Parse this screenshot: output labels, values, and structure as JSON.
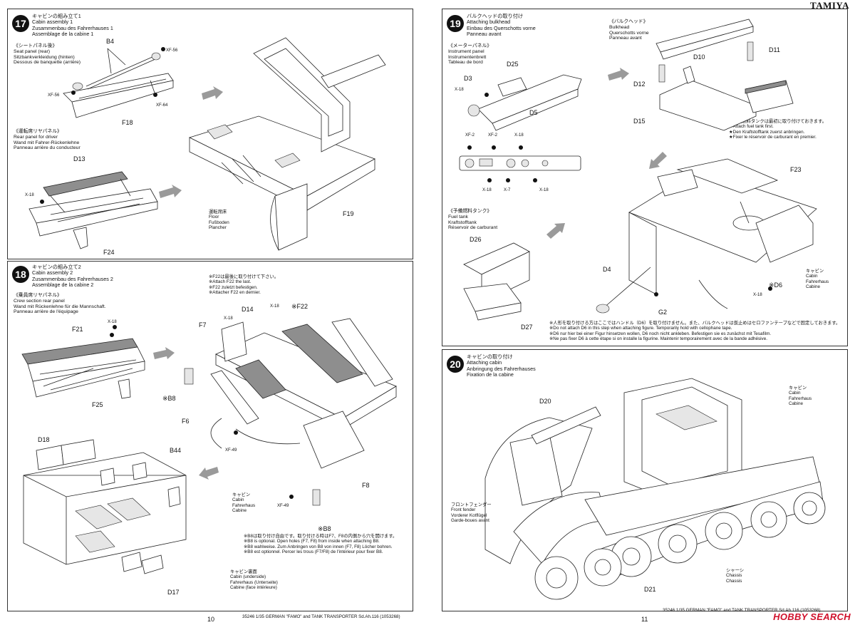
{
  "brand": "TAMIYA",
  "watermark": "HOBBY SEARCH",
  "steps": {
    "s17": {
      "num": "17",
      "title": [
        "キャビンの組み立て1",
        "Cabin assembly 1",
        "Zusammenbau des Fahrerhauses 1",
        "Assemblage de la cabine 1"
      ],
      "sub1": [
        "《シートパネル後》",
        "Seat panel (rear)",
        "Sitzbankverkleidung (hinten)",
        "Dessous de banquette (arrière)"
      ],
      "sub2": [
        "《運転席リヤパネル》",
        "Rear panel for driver",
        "Wand mit Fahrer-Rückenlehne",
        "Panneau arrière du conducteur"
      ],
      "floor": [
        "運転席床",
        "Floor",
        "Fußboden",
        "Plancher"
      ],
      "parts": {
        "b4": "B4",
        "xf56a": "XF-56",
        "xf56b": "XF-56",
        "xf64": "XF-64",
        "f18": "F18",
        "d13": "D13",
        "x18": "X-18",
        "f24": "F24",
        "f19": "F19"
      }
    },
    "s18": {
      "num": "18",
      "title": [
        "キャビンの組み立て2",
        "Cabin assembly 2",
        "Zusammenbau des Fahrerhauses 2",
        "Assemblage de la cabine 2"
      ],
      "sub1": [
        "《乗員席リヤパネル》",
        "Crew section rear panel",
        "Wand mit Rückenlehne für die Mannschaft.",
        "Panneau arrière de l'équipage"
      ],
      "note1": [
        "※F22は最後に取り付けて下さい。",
        "※Attach F22 the last.",
        "※F22 zuletzt befestigen.",
        "※Attacher F22 en dernier."
      ],
      "note2": [
        "※B8は取り付け自由です。取り付ける時はF7、F8の内側から穴を開けます。",
        "※B8 is optional. Open holes (F7, F8) from inside when attaching B8.",
        "※B8 wahlweise. Zum Anbringen von B8 von innen (F7, F8) Löcher bohren.",
        "※B8 est optionnel. Percer les trous (F7/F8) de l'intérieur pour fixer B8."
      ],
      "cabin": [
        "キャビン",
        "Cabin",
        "Fahrerhaus",
        "Cabine"
      ],
      "underside": [
        "キャビン裏面",
        "Cabin (underside)",
        "Fahrerhaus (Unterseite)",
        "Cabine (face intérieure)"
      ],
      "parts": {
        "f21": "F21",
        "x18": "X-18",
        "f25": "F25",
        "x18b": "X-18",
        "d14": "D14",
        "x18c": "X-18",
        "f22": "※F22",
        "f7": "F7",
        "b8a": "※B8",
        "f6": "F6",
        "xf49a": "XF-49",
        "f8": "F8",
        "xf49b": "XF-49",
        "b8b": "※B8",
        "d18": "D18",
        "b44": "B44",
        "d17": "D17"
      }
    },
    "s19": {
      "num": "19",
      "title": [
        "バルクヘッドの取り付け",
        "Attaching bulkhead",
        "Einbau des Querschotts vorne",
        "Panneau avant"
      ],
      "sub1": [
        "《メーターパネル》",
        "Instrument panel",
        "Instrumentenbrett",
        "Tableau de bord"
      ],
      "sub2": [
        "《バルクヘッド》",
        "Bulkhead",
        "Querschotts vorne",
        "Panneau avant"
      ],
      "sub3": [
        "《予備燃料タンク》",
        "Fuel tank",
        "Kraftstofftank",
        "Réservoir de carburant"
      ],
      "tanknote": [
        "★予備燃料タンクは最初に取り付けておきます。",
        "★Attach fuel tank first.",
        "★Den Kraftstofftank zuerst anbringen.",
        "★Fixer le réservoir de carburant en premier."
      ],
      "cabin": [
        "キャビン",
        "Cabin",
        "Fahrerhaus",
        "Cabine"
      ],
      "note": [
        "※人形を取り付ける方はここではハンドル（D6）を取り付けません。また、バルクヘッドは仮止めはセロファンテープなどで固定しておきます。",
        "※Do not attach D6 in this step when attaching figure. Temporarily hold with cellophane tape.",
        "※D6 nur hier bei einer Figur hinsetzen wollen, D6 noch nicht ankleben. Befestigen sie es zunächst mit Tesafilm.",
        "※Ne pas fixer D6 à cette étape si on installe la figurine. Maintenir temporairement avec de la bande adhésive."
      ],
      "parts": {
        "d3": "D3",
        "x18": "X-18",
        "d25": "D25",
        "d5": "D5",
        "xf2a": "XF-2",
        "xf2b": "XF-2",
        "x18b": "X-18",
        "x18c": "X-18",
        "x7": "X-7",
        "x18d": "X-18",
        "d10": "D10",
        "d11": "D11",
        "d12": "D12",
        "d15": "D15",
        "f23": "F23",
        "d26": "D26",
        "d27": "D27",
        "d4": "D4",
        "g2": "G2",
        "d6": "※D6",
        "x18e": "X-18"
      }
    },
    "s20": {
      "num": "20",
      "title": [
        "キャビンの取り付け",
        "Attaching cabin",
        "Anbringung des Fahrerhauses",
        "Fixation de la cabine"
      ],
      "cabin": [
        "キャビン",
        "Cabin",
        "Fahrerhaus",
        "Cabine"
      ],
      "fender": [
        "フロントフェンダー",
        "Front fender",
        "Vorderer Kotflügel",
        "Garde-boues avant"
      ],
      "chassis": [
        "シャーシ",
        "Chassis",
        "Chassis"
      ],
      "parts": {
        "d20": "D20",
        "d21": "D21"
      }
    }
  },
  "footer": {
    "left": "35246 1/35 GERMAN \"FAMO\" and TANK TRANSPORTER Sd.Ah.116 (1053268)",
    "right": "35246 1/35 GERMAN \"FAMO\" and TANK TRANSPORTER Sd.Ah.116 (1053268)",
    "page_left": "10",
    "page_right": "11"
  }
}
